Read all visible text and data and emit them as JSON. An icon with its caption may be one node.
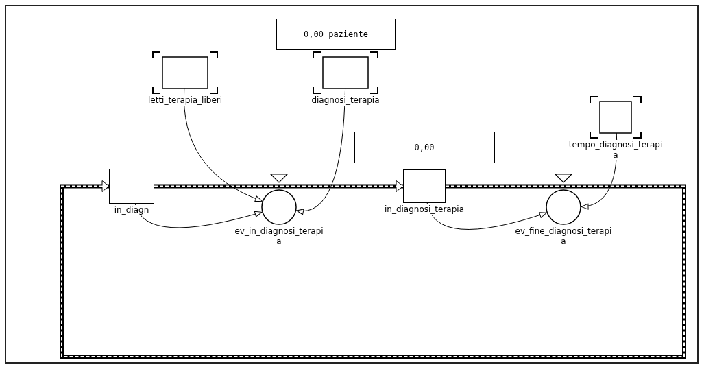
{
  "diagram": {
    "nodes": [
      {
        "text": [
          "letti_terapia_liberi"
        ]
      },
      {
        "text": [
          "0,00 paziente"
        ]
      },
      {
        "text": [
          "diagnosi_terapia"
        ]
      },
      {
        "text": [
          "0,00"
        ]
      },
      {
        "text": [
          "tempo_diagnosi_terapia"
        ]
      },
      {
        "text": [
          "in_diagn"
        ]
      },
      {
        "text": [
          "ev_in_diagnosi_terapia"
        ]
      },
      {
        "text": [
          "in_diagnosi_terapia"
        ]
      },
      {
        "text": [
          "ev_fine_diagnosi_terapia"
        ]
      }
    ],
    "edges": [
      {
        "from": 5,
        "to": 7,
        "arrow": "to",
        "style": "thick"
      },
      {
        "from": 7,
        "to": 5,
        "arrow": "to",
        "style": "thick"
      },
      {
        "from": 0,
        "to": 6,
        "arrow": "to"
      },
      {
        "from": 2,
        "to": 6,
        "arrow": "to"
      },
      {
        "from": 5,
        "to": 6,
        "arrow": "to"
      },
      {
        "from": 7,
        "to": 8,
        "arrow": "to"
      },
      {
        "from": 4,
        "to": 8,
        "arrow": "to"
      }
    ]
  }
}
